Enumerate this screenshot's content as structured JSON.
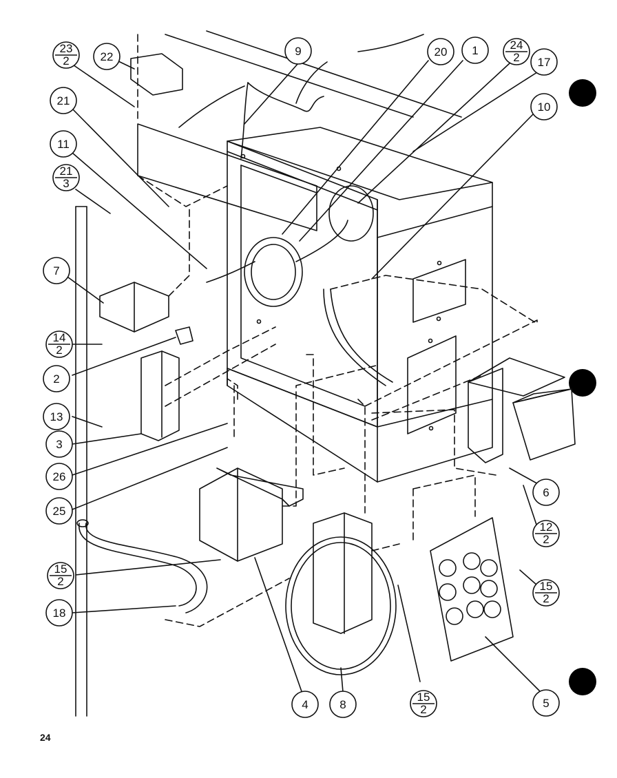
{
  "page_number": "24",
  "callouts": [
    {
      "id": "c-23-2",
      "num": "23",
      "den": "2"
    },
    {
      "id": "c-22",
      "num": "22"
    },
    {
      "id": "c-9",
      "num": "9"
    },
    {
      "id": "c-20",
      "num": "20"
    },
    {
      "id": "c-1",
      "num": "1"
    },
    {
      "id": "c-24-2",
      "num": "24",
      "den": "2"
    },
    {
      "id": "c-17",
      "num": "17"
    },
    {
      "id": "c-10",
      "num": "10"
    },
    {
      "id": "c-21",
      "num": "21"
    },
    {
      "id": "c-11",
      "num": "11"
    },
    {
      "id": "c-21-3",
      "num": "21",
      "den": "3"
    },
    {
      "id": "c-7",
      "num": "7"
    },
    {
      "id": "c-14-2",
      "num": "14",
      "den": "2"
    },
    {
      "id": "c-2",
      "num": "2"
    },
    {
      "id": "c-13",
      "num": "13"
    },
    {
      "id": "c-3",
      "num": "3"
    },
    {
      "id": "c-26",
      "num": "26"
    },
    {
      "id": "c-25",
      "num": "25"
    },
    {
      "id": "c-15-2a",
      "num": "15",
      "den": "2"
    },
    {
      "id": "c-18",
      "num": "18"
    },
    {
      "id": "c-4",
      "num": "4"
    },
    {
      "id": "c-8",
      "num": "8"
    },
    {
      "id": "c-15-2b",
      "num": "15",
      "den": "2"
    },
    {
      "id": "c-5",
      "num": "5"
    },
    {
      "id": "c-15-2c",
      "num": "15",
      "den": "2"
    },
    {
      "id": "c-6",
      "num": "6"
    },
    {
      "id": "c-12-2",
      "num": "12",
      "den": "2"
    }
  ]
}
